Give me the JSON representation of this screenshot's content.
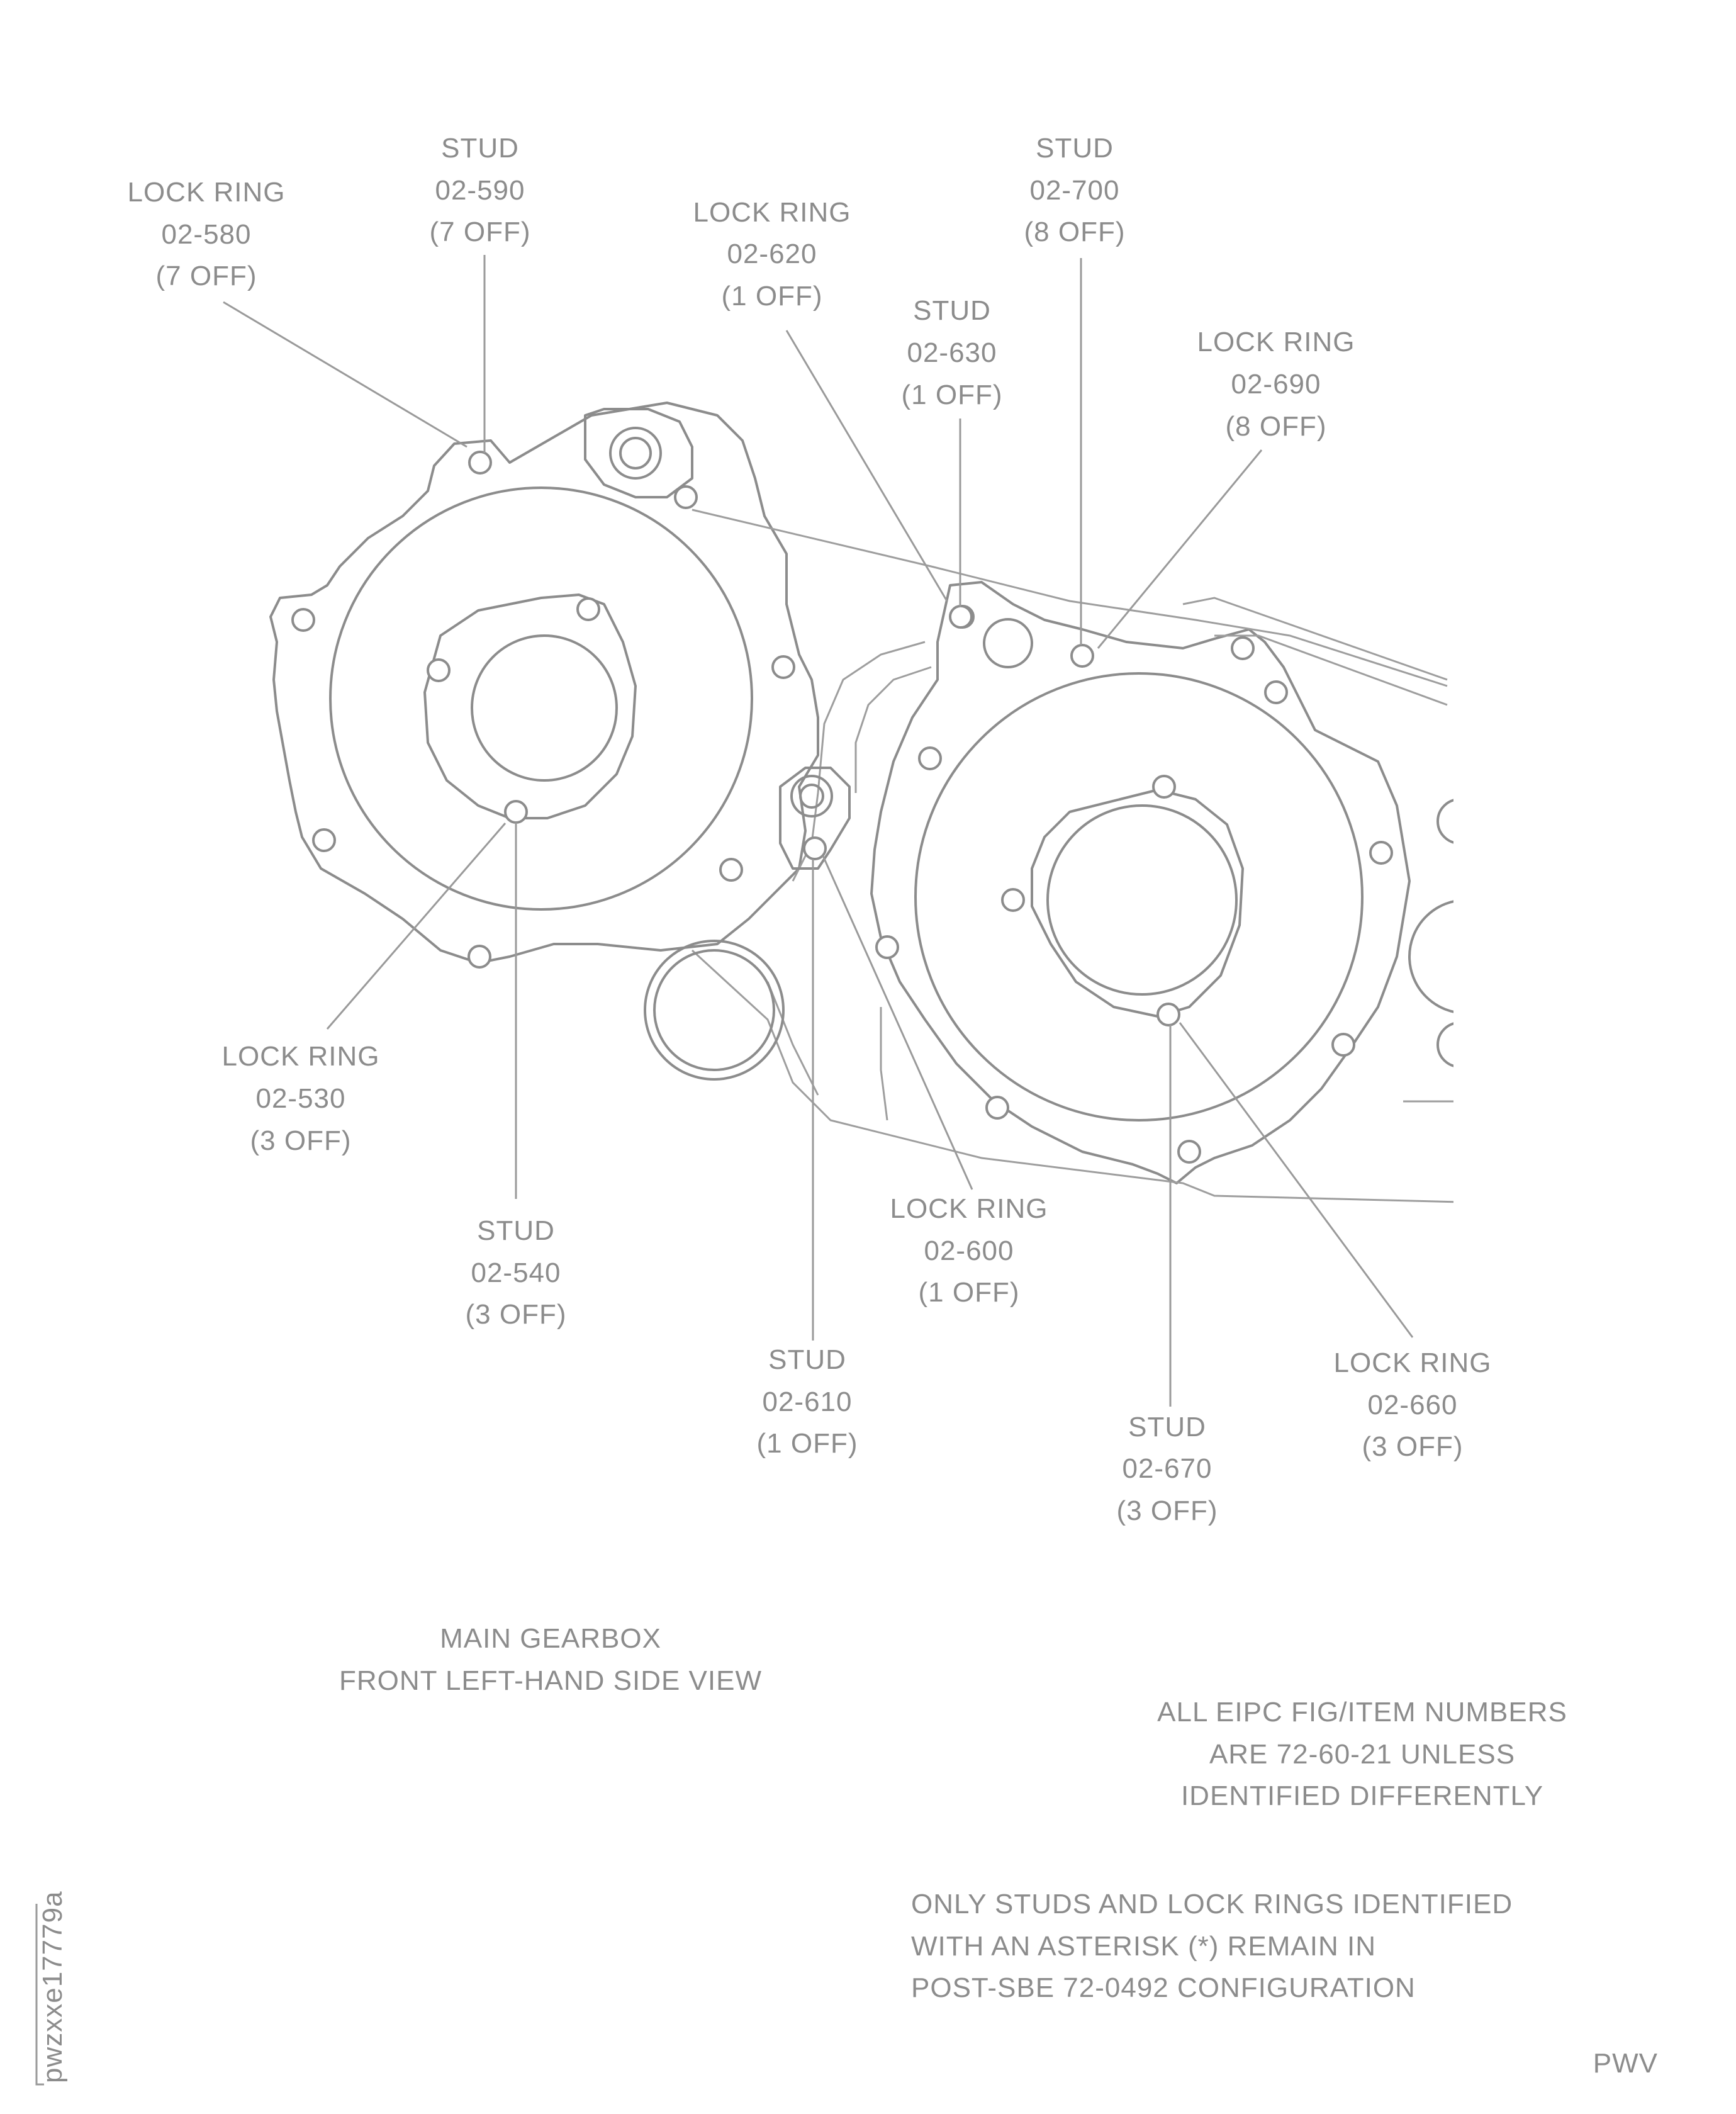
{
  "callouts": [
    {
      "name": "LOCK RING",
      "part": "02-580",
      "qty": "(7 OFF)"
    },
    {
      "name": "STUD",
      "part": "02-590",
      "qty": "(7 OFF)"
    },
    {
      "name": "LOCK RING",
      "part": "02-620",
      "qty": "(1 OFF)"
    },
    {
      "name": "STUD",
      "part": "02-630",
      "qty": "(1 OFF)"
    },
    {
      "name": "STUD",
      "part": "02-700",
      "qty": "(8 OFF)"
    },
    {
      "name": "LOCK RING",
      "part": "02-690",
      "qty": "(8 OFF)"
    },
    {
      "name": "LOCK RING",
      "part": "02-530",
      "qty": "(3 OFF)"
    },
    {
      "name": "STUD",
      "part": "02-540",
      "qty": "(3 OFF)"
    },
    {
      "name": "LOCK RING",
      "part": "02-600",
      "qty": "(1 OFF)"
    },
    {
      "name": "STUD",
      "part": "02-610",
      "qty": "(1 OFF)"
    },
    {
      "name": "STUD",
      "part": "02-670",
      "qty": "(3 OFF)"
    },
    {
      "name": "LOCK RING",
      "part": "02-660",
      "qty": "(3 OFF)"
    }
  ],
  "view_title": [
    "MAIN GEARBOX",
    "FRONT LEFT-HAND SIDE VIEW"
  ],
  "note_eipc": [
    "ALL EIPC FIG/ITEM NUMBERS",
    "ARE 72-60-21 UNLESS",
    "IDENTIFIED DIFFERENTLY"
  ],
  "note_asterisk": [
    "ONLY STUDS AND LOCK RINGS IDENTIFIED",
    "WITH AN ASTERISK (*) REMAIN IN",
    "POST-SBE 72-0492 CONFIGURATION"
  ],
  "image_id": "pwzxxe17779a",
  "corner_code": "PWV"
}
